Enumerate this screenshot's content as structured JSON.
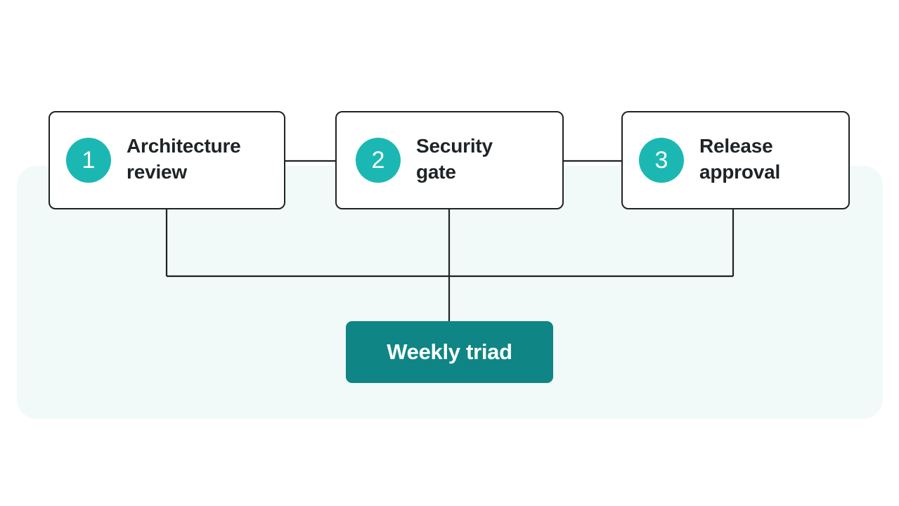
{
  "colors": {
    "badge": "#1bb8b3",
    "triad": "#0f8585",
    "line": "#1f2326",
    "backdrop": "#f1f9f9"
  },
  "steps": [
    {
      "number": "1",
      "label": "Architecture\nreview"
    },
    {
      "number": "2",
      "label": "Security\ngate"
    },
    {
      "number": "3",
      "label": "Release\napproval"
    }
  ],
  "triad": {
    "label": "Weekly triad"
  }
}
